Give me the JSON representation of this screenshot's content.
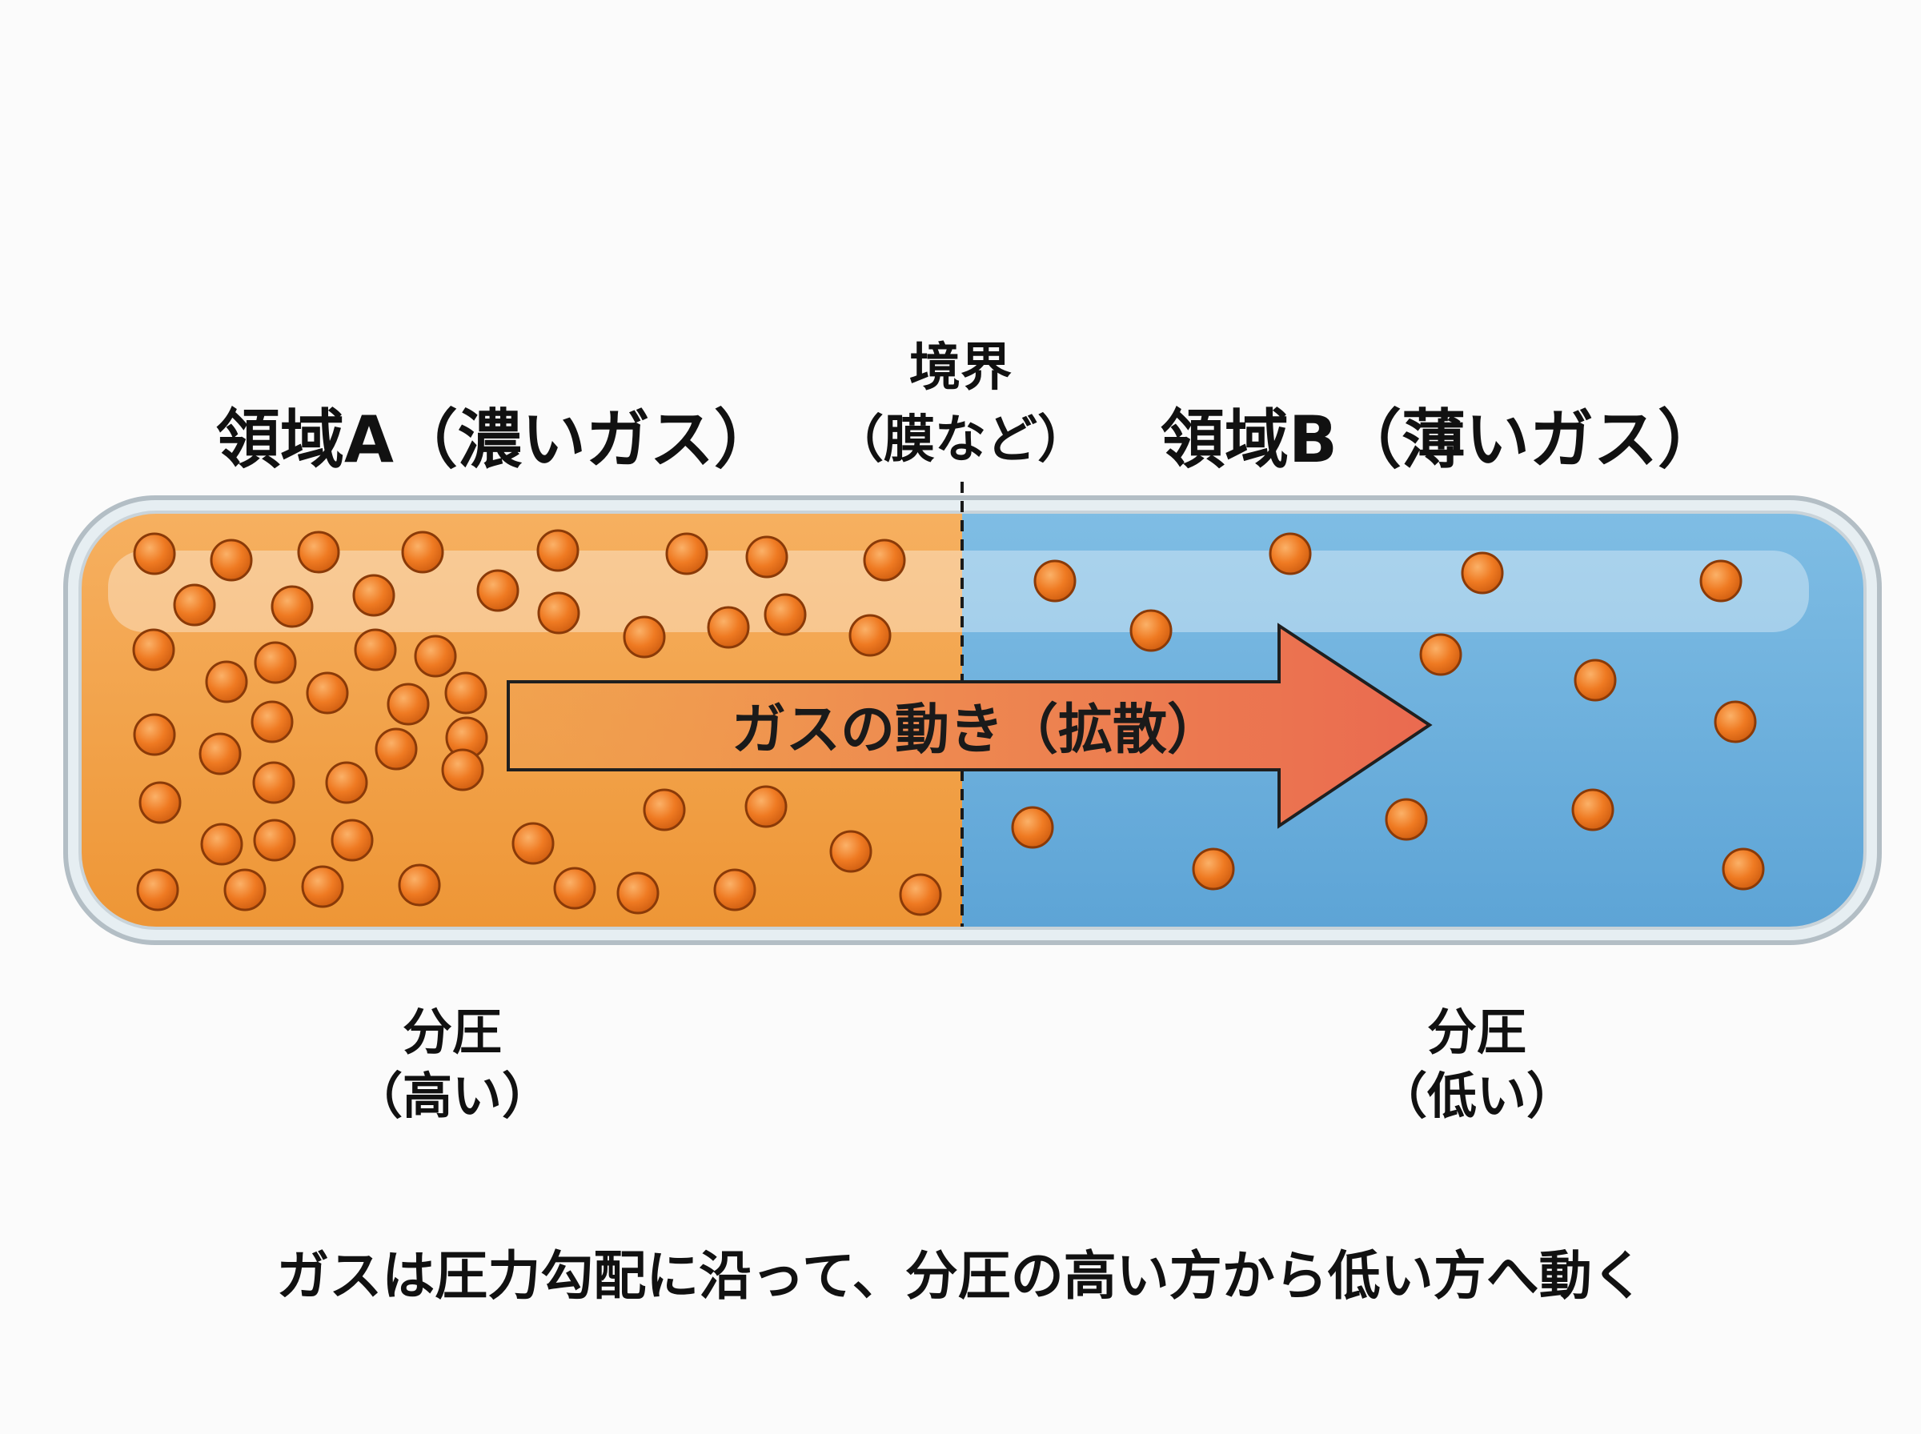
{
  "region_a": {
    "label": "領域A（濃いガス）",
    "color": "#f2a050",
    "density": "high"
  },
  "region_b": {
    "label": "領域B（薄いガス）",
    "color": "#6fb1dc",
    "density": "low"
  },
  "boundary": {
    "line1": "境界",
    "line2": "（膜など）"
  },
  "arrow": {
    "label": "ガスの動き（拡散）",
    "color": "#ee7a52"
  },
  "pressure_a": {
    "line1": "分圧",
    "line2": "（高い）"
  },
  "pressure_b": {
    "line1": "分圧",
    "line2": "（低い）"
  },
  "caption": "ガスは圧力勾配に沿って、分圧の高い方から低い方へ動く",
  "particle_color": "#ee7722"
}
